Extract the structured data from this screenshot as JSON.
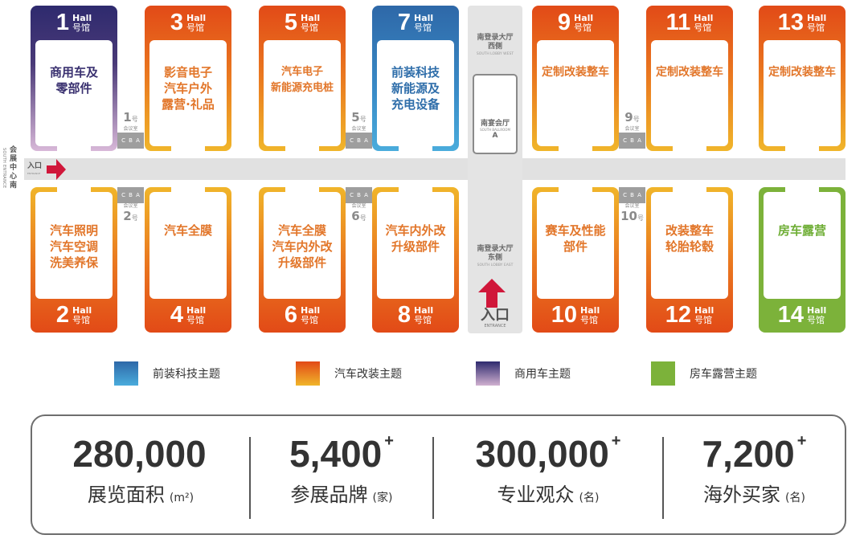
{
  "map": {
    "west_entrance": {
      "label_cn": "入口",
      "label_en": "ENTRANCE",
      "side_cn": "会展中心南",
      "side_en": "SOUTH ENTRANCE"
    },
    "lobby": {
      "west_cn_line1": "南登录大厅",
      "west_cn_line2": "西侧",
      "west_en": "SOUTH LOBBY WEST",
      "ballroom_cn": "南宴会厅",
      "ballroom_en": "SOUTH BALLROOM",
      "ballroom_letter": "A",
      "east_cn_line1": "南登录大厅",
      "east_cn_line2": "东侧",
      "east_en": "SOUTH LOBBY EAST",
      "entrance_cn": "入口",
      "entrance_en": "ENTRANCE"
    },
    "hall_label_en": "Hall",
    "hall_label_cn": "号馆",
    "halls": [
      {
        "num": "1",
        "lines": [
          "商用车及",
          "零部件"
        ],
        "theme": "commercial"
      },
      {
        "num": "2",
        "lines": [
          "汽车照明",
          "汽车空调",
          "洗美养保"
        ],
        "theme": "modification"
      },
      {
        "num": "3",
        "lines": [
          "影音电子",
          "汽车户外",
          "露营·礼品"
        ],
        "theme": "modification"
      },
      {
        "num": "4",
        "lines": [
          "汽车全膜"
        ],
        "theme": "modification"
      },
      {
        "num": "5",
        "lines": [
          "汽车电子",
          "新能源充电桩"
        ],
        "theme": "modification"
      },
      {
        "num": "6",
        "lines": [
          "汽车全膜",
          "汽车内外改",
          "升级部件"
        ],
        "theme": "modification"
      },
      {
        "num": "7",
        "lines": [
          "前装科技",
          "新能源及",
          "充电设备"
        ],
        "theme": "oem_tech"
      },
      {
        "num": "8",
        "lines": [
          "汽车内外改",
          "升级部件"
        ],
        "theme": "modification"
      },
      {
        "num": "9",
        "lines": [
          "定制改装整车"
        ],
        "theme": "modification"
      },
      {
        "num": "10",
        "lines": [
          "赛车及性能",
          "部件"
        ],
        "theme": "modification"
      },
      {
        "num": "11",
        "lines": [
          "定制改装整车"
        ],
        "theme": "modification"
      },
      {
        "num": "12",
        "lines": [
          "改装整车",
          "轮胎轮毂"
        ],
        "theme": "modification"
      },
      {
        "num": "13",
        "lines": [
          "定制改装整车"
        ],
        "theme": "modification"
      },
      {
        "num": "14",
        "lines": [
          "房车露营"
        ],
        "theme": "rv_camping"
      }
    ],
    "meeting_rooms": [
      {
        "num": "1",
        "suffix": "号",
        "label": "会议室",
        "sections": [
          "C",
          "B",
          "A"
        ]
      },
      {
        "num": "2",
        "suffix": "号",
        "label": "会议室",
        "sections": [
          "C",
          "B",
          "A"
        ]
      },
      {
        "num": "5",
        "suffix": "号",
        "label": "会议室",
        "sections": [
          "C",
          "B",
          "A"
        ]
      },
      {
        "num": "6",
        "suffix": "号",
        "label": "会议室",
        "sections": [
          "C",
          "B",
          "A"
        ]
      },
      {
        "num": "9",
        "suffix": "号",
        "label": "会议室",
        "sections": [
          "C",
          "B",
          "A"
        ]
      },
      {
        "num": "10",
        "suffix": "号",
        "label": "会议室",
        "sections": [
          "C",
          "B",
          "A"
        ]
      }
    ]
  },
  "legend": [
    {
      "label": "前装科技主题",
      "color_top": "#2e68a8",
      "color_bottom": "#4aacdc"
    },
    {
      "label": "汽车改装主题",
      "color_top": "#e24a17",
      "color_bottom": "#f0b52a"
    },
    {
      "label": "商用车主题",
      "color_top": "#2e2a6e",
      "color_bottom": "#d0b0d0"
    },
    {
      "label": "房车露营主题",
      "color_top": "#7cb23a",
      "color_bottom": "#7cb23a"
    }
  ],
  "stats": [
    {
      "value": "280,000",
      "plus": "",
      "label": "展览面积",
      "unit": "(m²)"
    },
    {
      "value": "5,400",
      "plus": "+",
      "label": "参展品牌",
      "unit": "(家)"
    },
    {
      "value": "300,000",
      "plus": "+",
      "label": "专业观众",
      "unit": "(名)"
    },
    {
      "value": "7,200",
      "plus": "+",
      "label": "海外买家",
      "unit": "(名)"
    }
  ],
  "colors": {
    "commercial": "#3a3170",
    "modification": "#e2762a",
    "oem_tech": "#2f6eaa",
    "rv_camping": "#7cb23a",
    "entrance_arrow": "#d0173a",
    "corridor": "#e1e1e1"
  }
}
